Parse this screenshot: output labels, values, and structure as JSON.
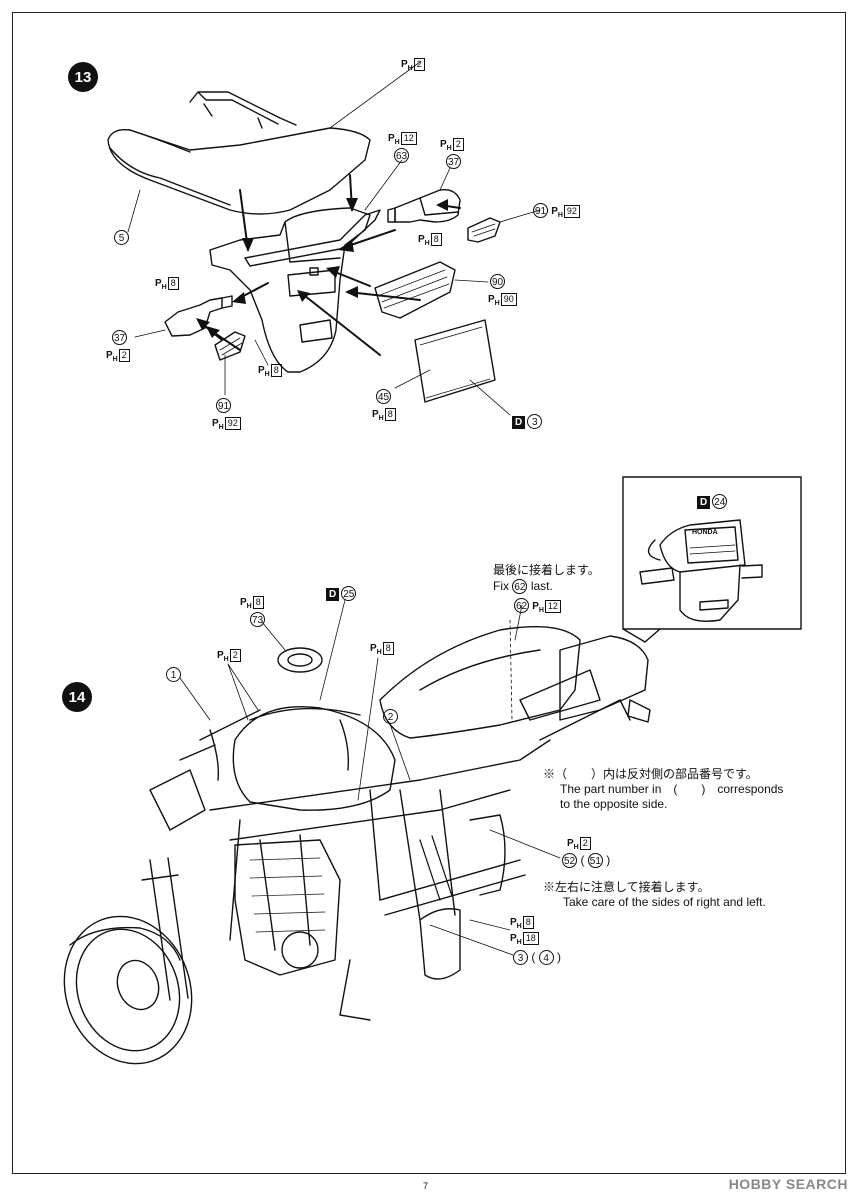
{
  "steps": [
    {
      "number": "13",
      "labels": {
        "ph2_top": {
          "prefix": "P",
          "sub": "H",
          "box": "2"
        },
        "ph12": {
          "prefix": "P",
          "sub": "H",
          "box": "12"
        },
        "ph2_b": {
          "prefix": "P",
          "sub": "H",
          "box": "2"
        },
        "p63": "63",
        "p37a": "37",
        "p91a": "91",
        "ph92a": {
          "prefix": "P",
          "sub": "H",
          "box": "92"
        },
        "ph8a": {
          "prefix": "P",
          "sub": "H",
          "box": "8"
        },
        "p5": "5",
        "p90": "90",
        "ph90": {
          "prefix": "P",
          "sub": "H",
          "box": "90"
        },
        "ph8b": {
          "prefix": "P",
          "sub": "H",
          "box": "8"
        },
        "p37b": "37",
        "ph2_c": {
          "prefix": "P",
          "sub": "H",
          "box": "2"
        },
        "ph8c": {
          "prefix": "P",
          "sub": "H",
          "box": "8"
        },
        "p91b": "91",
        "ph92b": {
          "prefix": "P",
          "sub": "H",
          "box": "92"
        },
        "p45": "45",
        "ph8d": {
          "prefix": "P",
          "sub": "H",
          "box": "8"
        },
        "d3": {
          "d": "D",
          "num": "3"
        }
      }
    },
    {
      "number": "14",
      "labels": {
        "inset_d24": {
          "d": "D",
          "num": "24"
        },
        "inset_brand": "HONDA",
        "note_last_jp": "最後に接着します。",
        "note_last_en_pre": "Fix",
        "note_last_num": "62",
        "note_last_en_post": "last.",
        "p62": "62",
        "ph12": {
          "prefix": "P",
          "sub": "H",
          "box": "12"
        },
        "ph8a": {
          "prefix": "P",
          "sub": "H",
          "box": "8"
        },
        "d25": {
          "d": "D",
          "num": "25"
        },
        "p73": "73",
        "ph2a": {
          "prefix": "P",
          "sub": "H",
          "box": "2"
        },
        "ph8b": {
          "prefix": "P",
          "sub": "H",
          "box": "8"
        },
        "p1": "1",
        "p2": "2",
        "ph2b": {
          "prefix": "P",
          "sub": "H",
          "box": "2"
        },
        "p52": "52",
        "p51": "51",
        "ph8c": {
          "prefix": "P",
          "sub": "H",
          "box": "8"
        },
        "ph18": {
          "prefix": "P",
          "sub": "H",
          "box": "18"
        },
        "p3": "3",
        "p4": "4",
        "note_opp_jp": "※（　　）内は反対側の部品番号です。",
        "note_opp_en1": "The part number in　(　　)　corresponds",
        "note_opp_en2": "to the opposite side.",
        "note_sides_jp": "※左右に注意して接着します。",
        "note_sides_en": "Take care of the sides of right and left."
      }
    }
  ],
  "footer": {
    "page_number": "7",
    "watermark": "HOBBY SEARCH"
  }
}
